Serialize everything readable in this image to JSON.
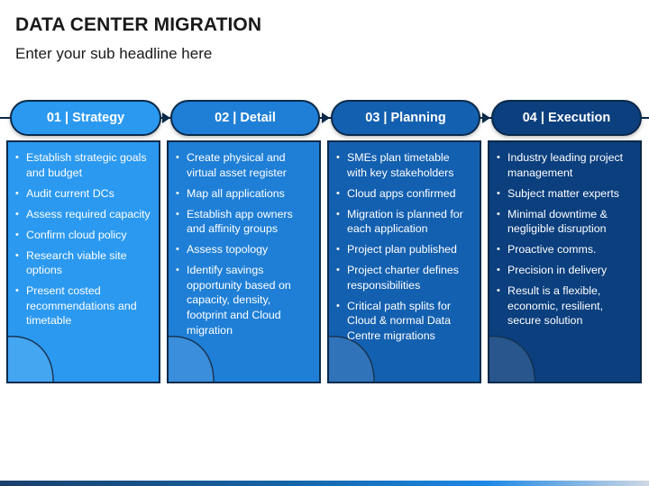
{
  "title": "DATA CENTER MIGRATION",
  "subtitle": "Enter your sub headline here",
  "colors": {
    "step1": "#2b99f0",
    "step2": "#1f7fd6",
    "step3": "#1460b0",
    "step4": "#0b3f7e",
    "outline": "#0a2a4a"
  },
  "steps": [
    {
      "label": "01 | Strategy",
      "items": [
        "Establish strategic goals and budget",
        "Audit current DCs",
        "Assess required capacity",
        "Confirm cloud policy",
        "Research viable site options",
        "Present costed recommendations and timetable"
      ]
    },
    {
      "label": "02 | Detail",
      "items": [
        "Create physical and virtual asset register",
        "Map all applications",
        "Establish app owners and affinity groups",
        "Assess topology",
        "Identify savings opportunity based on capacity, density, footprint and Cloud migration"
      ]
    },
    {
      "label": "03 | Planning",
      "items": [
        "SMEs plan timetable with key stakeholders",
        "Cloud apps confirmed",
        "Migration is planned for each application",
        "Project plan published",
        "Project charter defines responsibilities",
        "Critical path splits for Cloud & normal Data Centre migrations"
      ]
    },
    {
      "label": "04 | Execution",
      "items": [
        "Industry leading project management",
        "Subject matter experts",
        "Minimal downtime & negligible disruption",
        "Proactive comms.",
        "Precision in delivery",
        "Result is a flexible, economic, resilient, secure solution"
      ]
    }
  ]
}
